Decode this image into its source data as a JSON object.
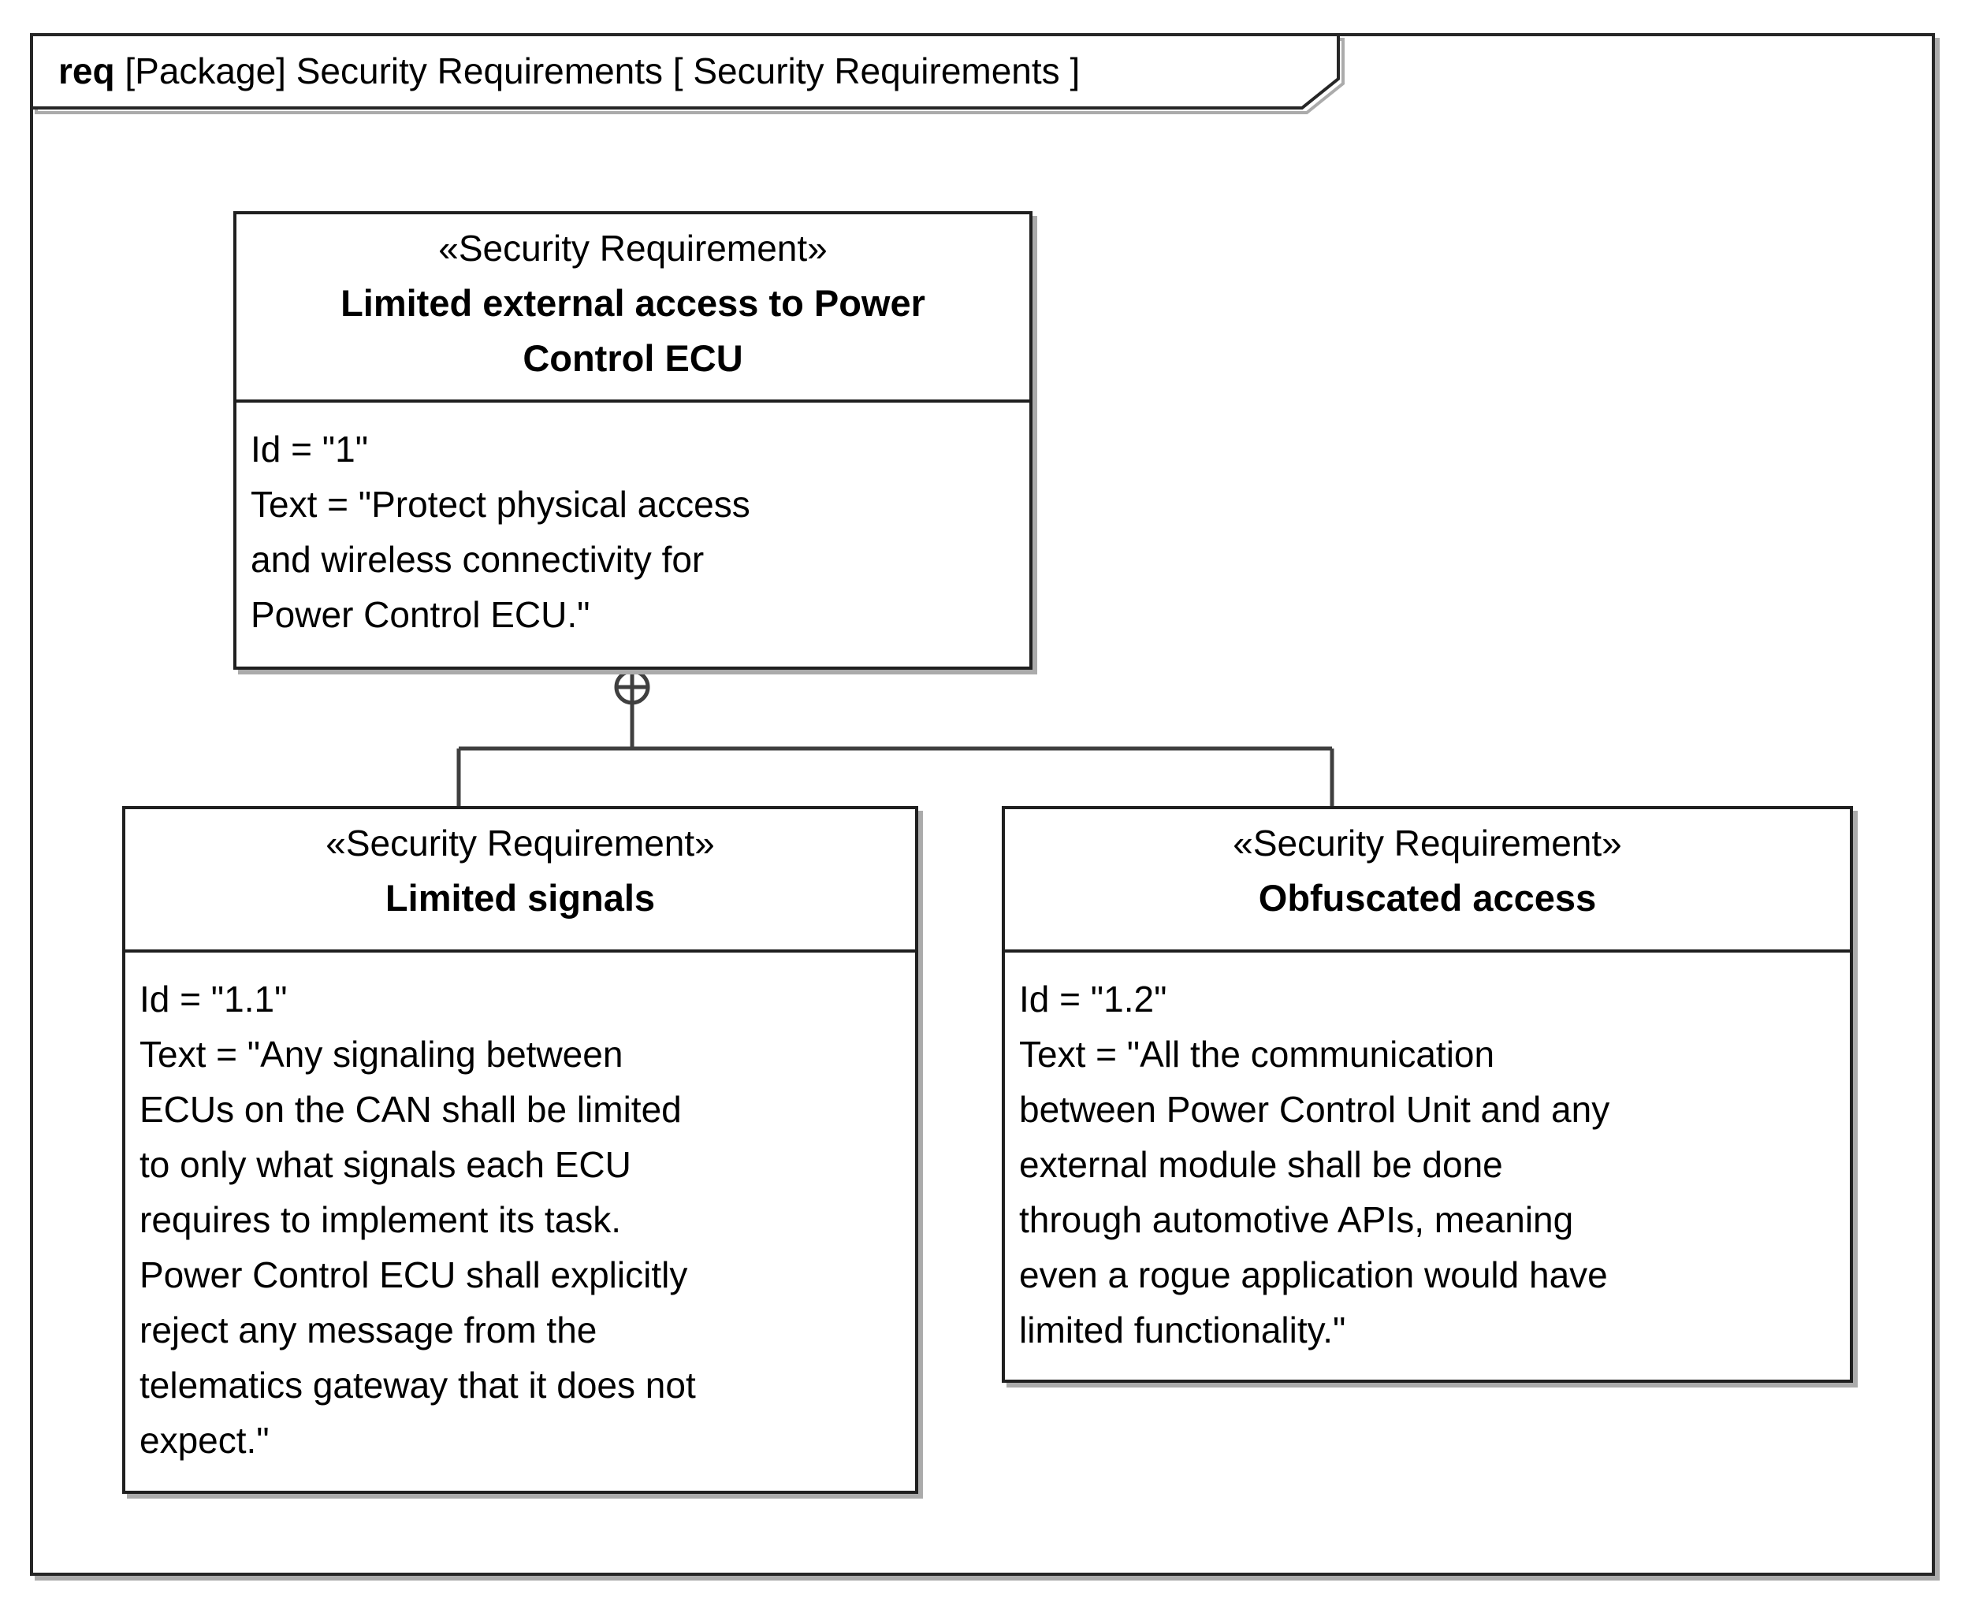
{
  "frame": {
    "kind": "req",
    "title_rest": " [Package] Security Requirements [ Security Requirements ]",
    "diagram_kind_full": "Requirement Diagram",
    "package_name": "Security Requirements",
    "diagram_name": "Security Requirements"
  },
  "connector": {
    "type": "containment",
    "symbol": "crosshair-circle",
    "from": "Limited external access to Power Control ECU",
    "to": [
      "Limited signals",
      "Obfuscated access"
    ]
  },
  "requirements": [
    {
      "stereotype": "«Security Requirement»",
      "name": "Limited external access to Power Control ECU",
      "id": "1",
      "text": "Protect physical access and wireless connectivity for Power Control ECU.",
      "display_lines": [
        "Id = \"1\"",
        "Text = \"Protect physical access",
        "and wireless connectivity for",
        "Power Control ECU.\""
      ]
    },
    {
      "stereotype": "«Security Requirement»",
      "name": "Limited signals",
      "id": "1.1",
      "text": "Any signaling between ECUs on the CAN shall be limited to only what signals each ECU requires to implement its task. Power Control ECU shall explicitly reject any message from the telematics gateway that it does not expect.",
      "display_lines": [
        "Id = \"1.1\"",
        "Text = \"Any signaling between",
        "ECUs on the CAN shall be limited",
        "to only what signals each ECU",
        "requires to implement its task.",
        "Power Control ECU shall explicitly",
        "reject any message from the",
        "telematics gateway that it does not",
        "expect.\""
      ]
    },
    {
      "stereotype": "«Security Requirement»",
      "name": "Obfuscated access",
      "id": "1.2",
      "text": "All the communication between Power Control Unit and any external module shall be done through automotive APIs, meaning even a rogue application would have limited functionality.",
      "display_lines": [
        "Id = \"1.2\"",
        "Text = \"All the communication",
        "between Power Control Unit and any",
        "external module shall be done",
        "through automotive APIs, meaning",
        "even a rogue application would have",
        "limited functionality.\""
      ]
    }
  ],
  "colors": {
    "box_border": "#1f1f1f",
    "frame_border": "#262626",
    "connector_line": "#3f3f3f",
    "shadow": "#ababab",
    "background": "#ffffff",
    "text": "#000000"
  }
}
